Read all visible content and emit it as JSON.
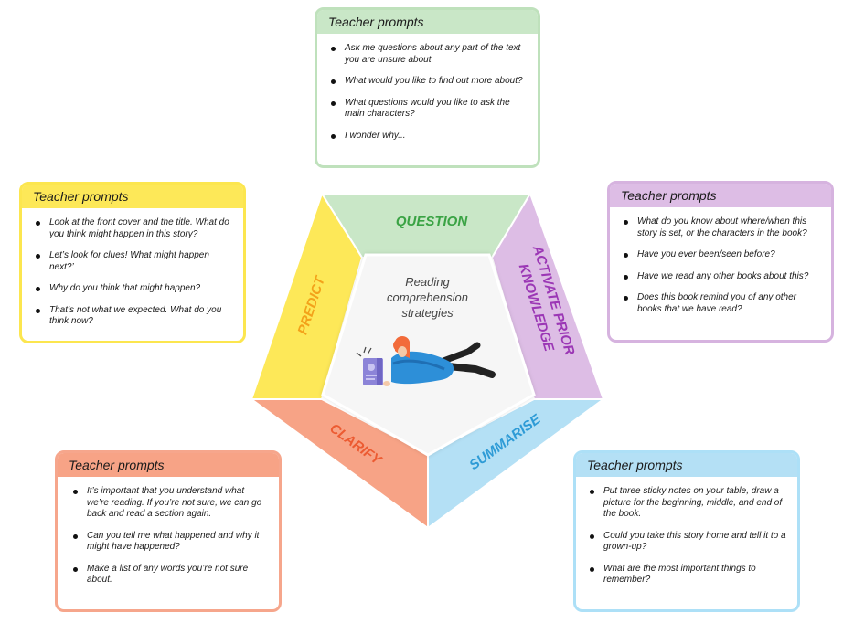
{
  "center": {
    "title": "Reading comprehension strategies"
  },
  "segments": {
    "question": "QUESTION",
    "activate": "ACTIVATE PRIOR KNOWLEDGE",
    "activate_line1": "ACTIVATE PRIOR",
    "activate_line2": "KNOWLEDGE",
    "summarise": "SUMMARISE",
    "clarify": "CLARIFY",
    "predict": "PREDICT"
  },
  "colors": {
    "question_fill": "#c9e7c7",
    "question_text": "#3aa344",
    "question_border": "#bfe1bc",
    "activate_fill": "#ddbde5",
    "activate_text": "#9b37b5",
    "activate_border": "#d6b3df",
    "summarise_fill": "#b4e0f5",
    "summarise_text": "#2e9bd6",
    "summarise_border": "#ade0f7",
    "clarify_fill": "#f7a386",
    "clarify_text": "#ec5b32",
    "clarify_border": "#f6a68c",
    "predict_fill": "#fde858",
    "predict_text": "#f3a21a",
    "predict_border": "#fce64f"
  },
  "cards": {
    "question": {
      "header": "Teacher prompts",
      "items": [
        "Ask me questions about any part of the text you are unsure about.",
        "What would you like to find out more about?",
        "What questions would you like to ask the main characters?",
        "I wonder why..."
      ]
    },
    "predict": {
      "header": "Teacher prompts",
      "items": [
        "Look at the front cover and the title. What do you think might happen in this story?",
        "Let’s look for clues! What might happen next?’",
        "Why do you think that might happen?",
        "That’s not what we expected. What do you think now?"
      ]
    },
    "activate": {
      "header": "Teacher prompts",
      "items": [
        "What do you know about where/when this story is set, or the characters in the book?",
        "Have you ever been/seen before?",
        "Have we read any other books about this?",
        "Does this book remind you of any other books that we have read?"
      ]
    },
    "clarify": {
      "header": "Teacher prompts",
      "items": [
        "It’s important that you understand what we’re reading. If you’re not sure, we can go back and read a section again.",
        "Can you tell me what happened and why it might have happened?",
        "Make a list of any words you’re not sure about."
      ]
    },
    "summarise": {
      "header": "Teacher prompts",
      "items": [
        "Put three sticky notes on your table, draw a picture for the beginning, middle, and end of the book.",
        "Could you take this story home and tell it to a grown-up?",
        "What are the most important things to remember?"
      ]
    }
  }
}
